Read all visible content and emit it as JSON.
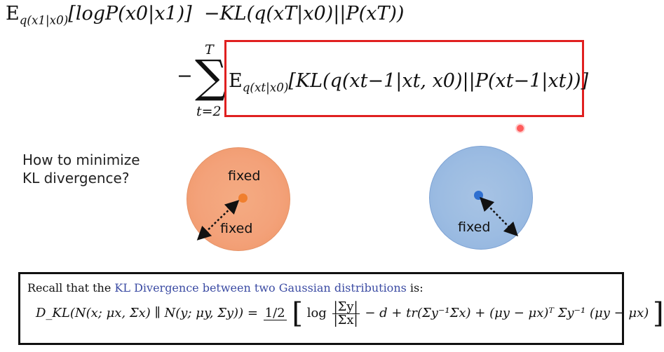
{
  "equation": {
    "line1_expectation": "E",
    "line1_expectation_sub": "q(x1|x0)",
    "line1_term1": "[logP(x0|x1)]",
    "line1_term2": "−KL(q(xT|x0)||P(xT))",
    "sum_upper": "T",
    "sum_symbol": "∑",
    "sum_lower": "t=2",
    "minus_sign": "−",
    "line2_expectation": "E",
    "line2_expectation_sub": "q(xt|x0)",
    "line2_term": "[KL(q(xt−1|xt, x0)||P(xt−1|xt))]"
  },
  "question": {
    "line1": "How to minimize",
    "line2": "KL divergence?"
  },
  "labels": {
    "orange_center": "fixed",
    "orange_radius": "fixed",
    "blue_radius": "fixed"
  },
  "colors": {
    "highlight_box": "#e02020",
    "orange_circle": "#f3a27a",
    "blue_circle": "#9cbce2",
    "kl_link": "#3b4ba3"
  },
  "recall": {
    "prefix": "Recall that the ",
    "link_text": "KL Divergence between two Gaussian distributions",
    "suffix": " is:",
    "formula_lhs": "D_KL(N(x; μx, Σx) ∥ N(y; μy, Σy)) =",
    "formula_half": "1/2",
    "formula_log_num": "|Σy|",
    "formula_log_den": "|Σx|",
    "formula_rhs": "− d + tr(Σy⁻¹Σx) + (μy − μx)ᵀ Σy⁻¹ (μy − μx)"
  }
}
